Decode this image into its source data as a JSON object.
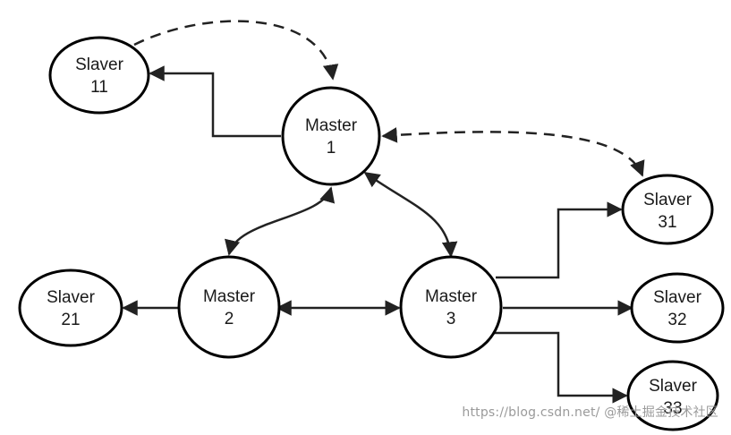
{
  "nodes": {
    "master_1": {
      "line1": "Master",
      "line2": "1"
    },
    "master_2": {
      "line1": "Master",
      "line2": "2"
    },
    "master_3": {
      "line1": "Master",
      "line2": "3"
    },
    "slaver_11": {
      "line1": "Slaver",
      "line2": "11"
    },
    "slaver_21": {
      "line1": "Slaver",
      "line2": "21"
    },
    "slaver_31": {
      "line1": "Slaver",
      "line2": "31"
    },
    "slaver_32": {
      "line1": "Slaver",
      "line2": "32"
    },
    "slaver_33": {
      "line1": "Slaver",
      "line2": "33"
    }
  },
  "watermark": "https://blog.csdn.net/ @稀土掘金技术社区",
  "colors": {
    "stroke": "#000000",
    "edge": "#222222",
    "fill": "#ffffff",
    "watermark": "#9a9a9a"
  }
}
